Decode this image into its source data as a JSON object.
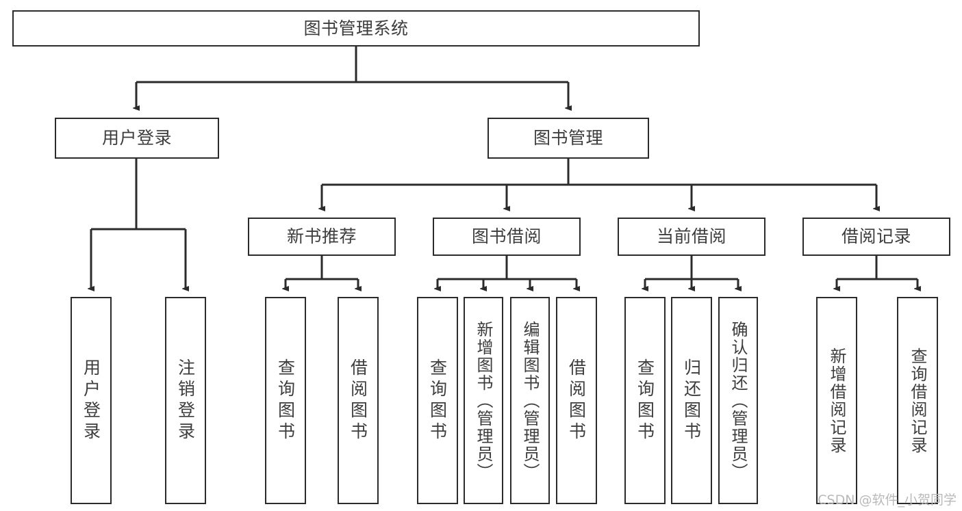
{
  "diagram": {
    "type": "tree",
    "title": "图书管理系统",
    "stroke_color": "#2b2b2b",
    "text_color": "#3d3d3d",
    "background": "#ffffff",
    "nodes": {
      "root": {
        "label": "图书管理系统"
      },
      "level2": [
        {
          "id": "user-login",
          "label": "用户登录"
        },
        {
          "id": "book-manage",
          "label": "图书管理"
        }
      ],
      "level3": [
        {
          "id": "new-book-rec",
          "label": "新书推荐"
        },
        {
          "id": "book-borrow",
          "label": "图书借阅"
        },
        {
          "id": "current-borrow",
          "label": "当前借阅"
        },
        {
          "id": "borrow-record",
          "label": "借阅记录"
        }
      ],
      "leaves": {
        "user-login": [
          {
            "id": "leaf-user-login",
            "label": "用户登录"
          },
          {
            "id": "leaf-user-logout",
            "label": "注销登录"
          }
        ],
        "new-book-rec": [
          {
            "id": "leaf-query-book-1",
            "label": "查询图书"
          },
          {
            "id": "leaf-borrow-book-1",
            "label": "借阅图书"
          }
        ],
        "book-borrow": [
          {
            "id": "leaf-query-book-2",
            "label": "查询图书"
          },
          {
            "id": "leaf-add-book",
            "label": "新增图书（管理员）"
          },
          {
            "id": "leaf-edit-book",
            "label": "编辑图书（管理员）"
          },
          {
            "id": "leaf-borrow-book-2",
            "label": "借阅图书"
          }
        ],
        "current-borrow": [
          {
            "id": "leaf-query-book-3",
            "label": "查询图书"
          },
          {
            "id": "leaf-return-book",
            "label": "归还图书"
          },
          {
            "id": "leaf-confirm-return",
            "label": "确认归还（管理员）"
          }
        ],
        "borrow-record": [
          {
            "id": "leaf-add-record",
            "label": "新增借阅记录"
          },
          {
            "id": "leaf-query-record",
            "label": "查询借阅记录"
          }
        ]
      }
    }
  },
  "watermark": {
    "text": "CSDN @软件_小贺同学"
  }
}
